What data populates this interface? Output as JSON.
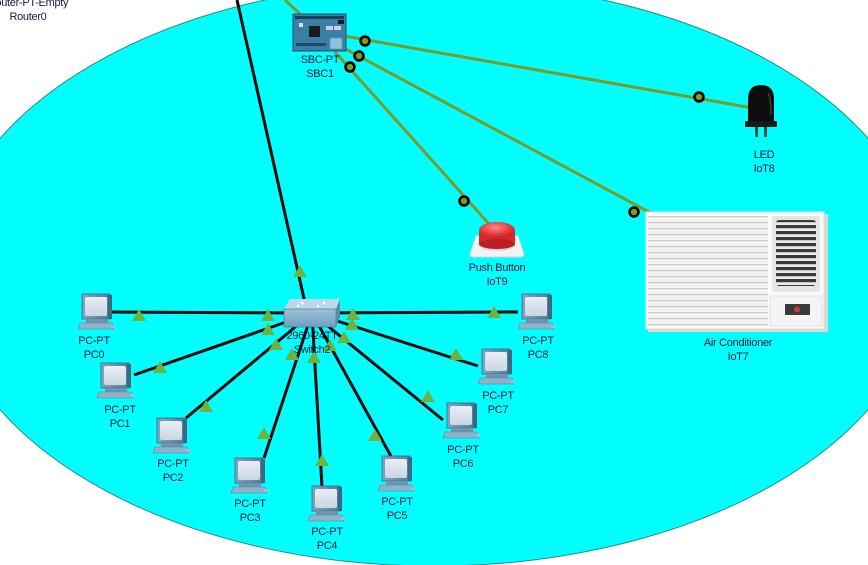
{
  "colors": {
    "area_fill": "#00ffff",
    "area_stroke": "#2b8a8a",
    "copper_link": "#0a0a0a",
    "iot_link": "#7a9a2a",
    "link_up": "#6cb33f"
  },
  "router": {
    "model": "Router-PT-Empty",
    "name": "Router0"
  },
  "sbc": {
    "model": "SBC-PT",
    "name": "SBC1"
  },
  "switch": {
    "model": "2960-24TT",
    "name": "Switch2"
  },
  "iot": [
    {
      "id": "led",
      "model": "LED",
      "name": "IoT8",
      "icon": "led-icon"
    },
    {
      "id": "button",
      "model": "Push Button",
      "name": "IoT9",
      "icon": "push-button-icon"
    },
    {
      "id": "ac",
      "model": "Air Conditioner",
      "name": "IoT7",
      "icon": "air-conditioner-icon"
    }
  ],
  "pcs": [
    {
      "model": "PC-PT",
      "name": "PC0"
    },
    {
      "model": "PC-PT",
      "name": "PC1"
    },
    {
      "model": "PC-PT",
      "name": "PC2"
    },
    {
      "model": "PC-PT",
      "name": "PC3"
    },
    {
      "model": "PC-PT",
      "name": "PC4"
    },
    {
      "model": "PC-PT",
      "name": "PC5"
    },
    {
      "model": "PC-PT",
      "name": "PC6"
    },
    {
      "model": "PC-PT",
      "name": "PC7"
    },
    {
      "model": "PC-PT",
      "name": "PC8"
    }
  ]
}
